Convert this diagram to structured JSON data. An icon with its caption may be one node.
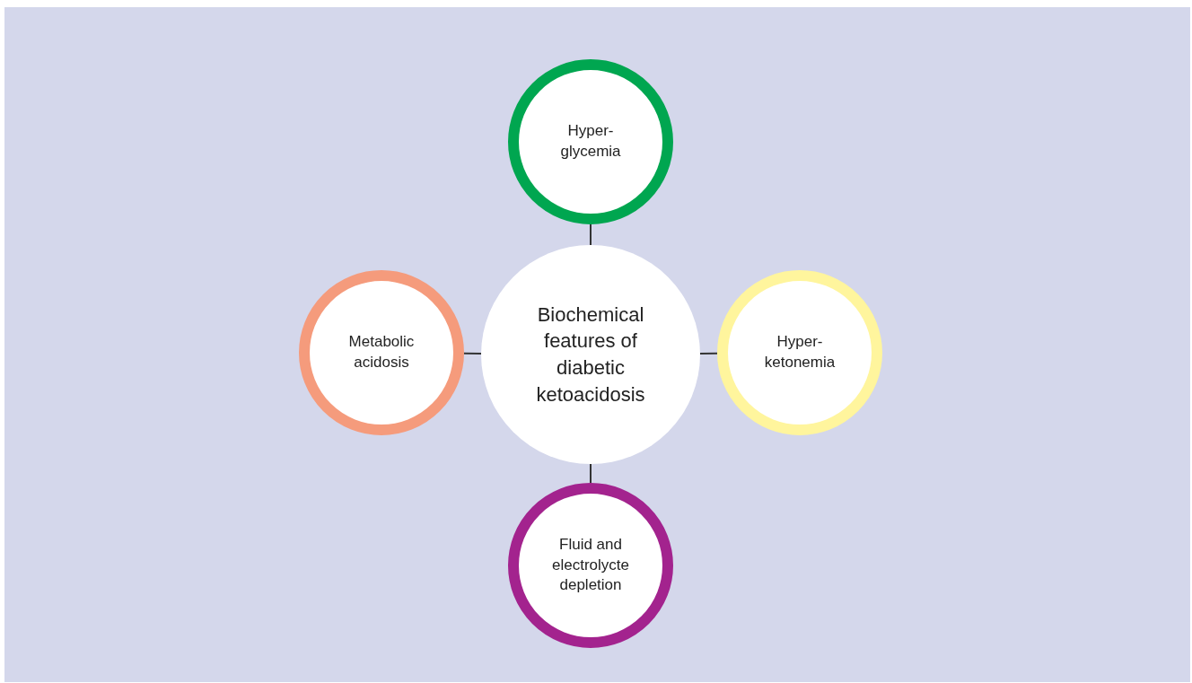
{
  "diagram": {
    "nodes": [
      {
        "text": [
          "Hyper- glycemia"
        ]
      },
      {
        "text": [
          "Metabolic acidosis"
        ]
      },
      {
        "text": [
          "Biochemical features of diabetic ketoacidosis"
        ]
      },
      {
        "text": [
          "Hyper- ketonemia"
        ]
      },
      {
        "text": [
          "Fluid and electrolycte depletion"
        ]
      }
    ],
    "edges": [
      {
        "from": 2,
        "to": 0,
        "arrow": "none"
      },
      {
        "from": 2,
        "to": 1,
        "arrow": "none"
      },
      {
        "from": 2,
        "to": 3,
        "arrow": "none"
      },
      {
        "from": 2,
        "to": 4,
        "arrow": "none"
      }
    ]
  }
}
